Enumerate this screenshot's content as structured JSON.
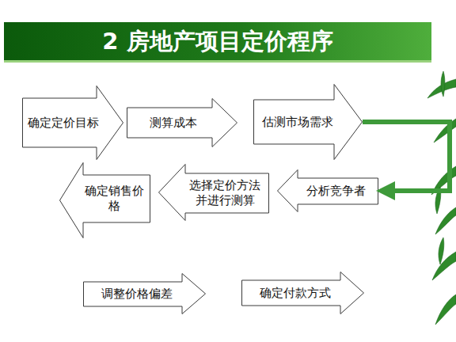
{
  "diagram": {
    "title": "2 房地产项目定价程序",
    "nodes": [
      {
        "text": [
          "确定定价目标"
        ]
      },
      {
        "text": [
          "测算成本"
        ]
      },
      {
        "text": [
          "估测市场需求"
        ]
      },
      {
        "text": [
          "分析竞争者"
        ]
      },
      {
        "text": [
          "选择定价方法并进行测算"
        ]
      },
      {
        "text": [
          "确定销售价格"
        ]
      },
      {
        "text": [
          "调整价格偏差"
        ]
      },
      {
        "text": [
          "确定付款方式"
        ]
      }
    ],
    "edges": [
      {
        "from": 2,
        "to": 3,
        "arrow": "to"
      }
    ]
  }
}
